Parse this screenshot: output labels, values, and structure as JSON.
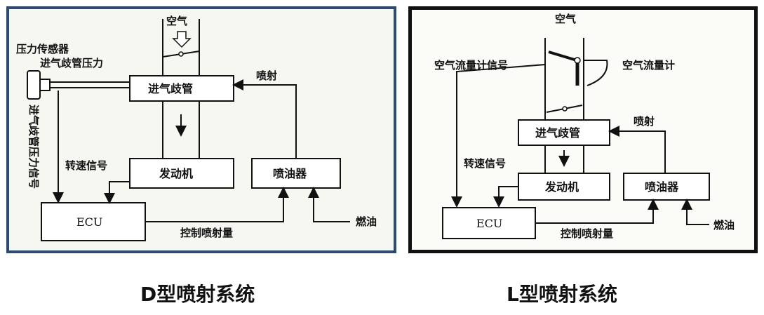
{
  "d_system": {
    "caption": "D型喷射系统",
    "air": "空气",
    "pressure_sensor": "压力传感器",
    "manifold_pressure": "进气歧管压力",
    "manifold_pressure_signal": "进气歧管压力信号",
    "intake_manifold": "进气歧管",
    "injection": "喷射",
    "engine": "发动机",
    "injector": "喷油器",
    "rpm_signal": "转速信号",
    "ecu": "ECU",
    "control_injection": "控制喷射量",
    "fuel": "燃油"
  },
  "l_system": {
    "caption": "L型喷射系统",
    "air": "空气",
    "airflow_signal": "空气流量计信号",
    "airflow_meter": "空气流量计",
    "injection": "喷射",
    "intake_manifold": "进气歧管",
    "rpm_signal": "转速信号",
    "engine": "发动机",
    "injector": "喷油器",
    "ecu": "ECU",
    "control_injection": "控制喷射量",
    "fuel": "燃油"
  },
  "colors": {
    "d_border": "#2c4a78",
    "l_border": "#111111"
  }
}
